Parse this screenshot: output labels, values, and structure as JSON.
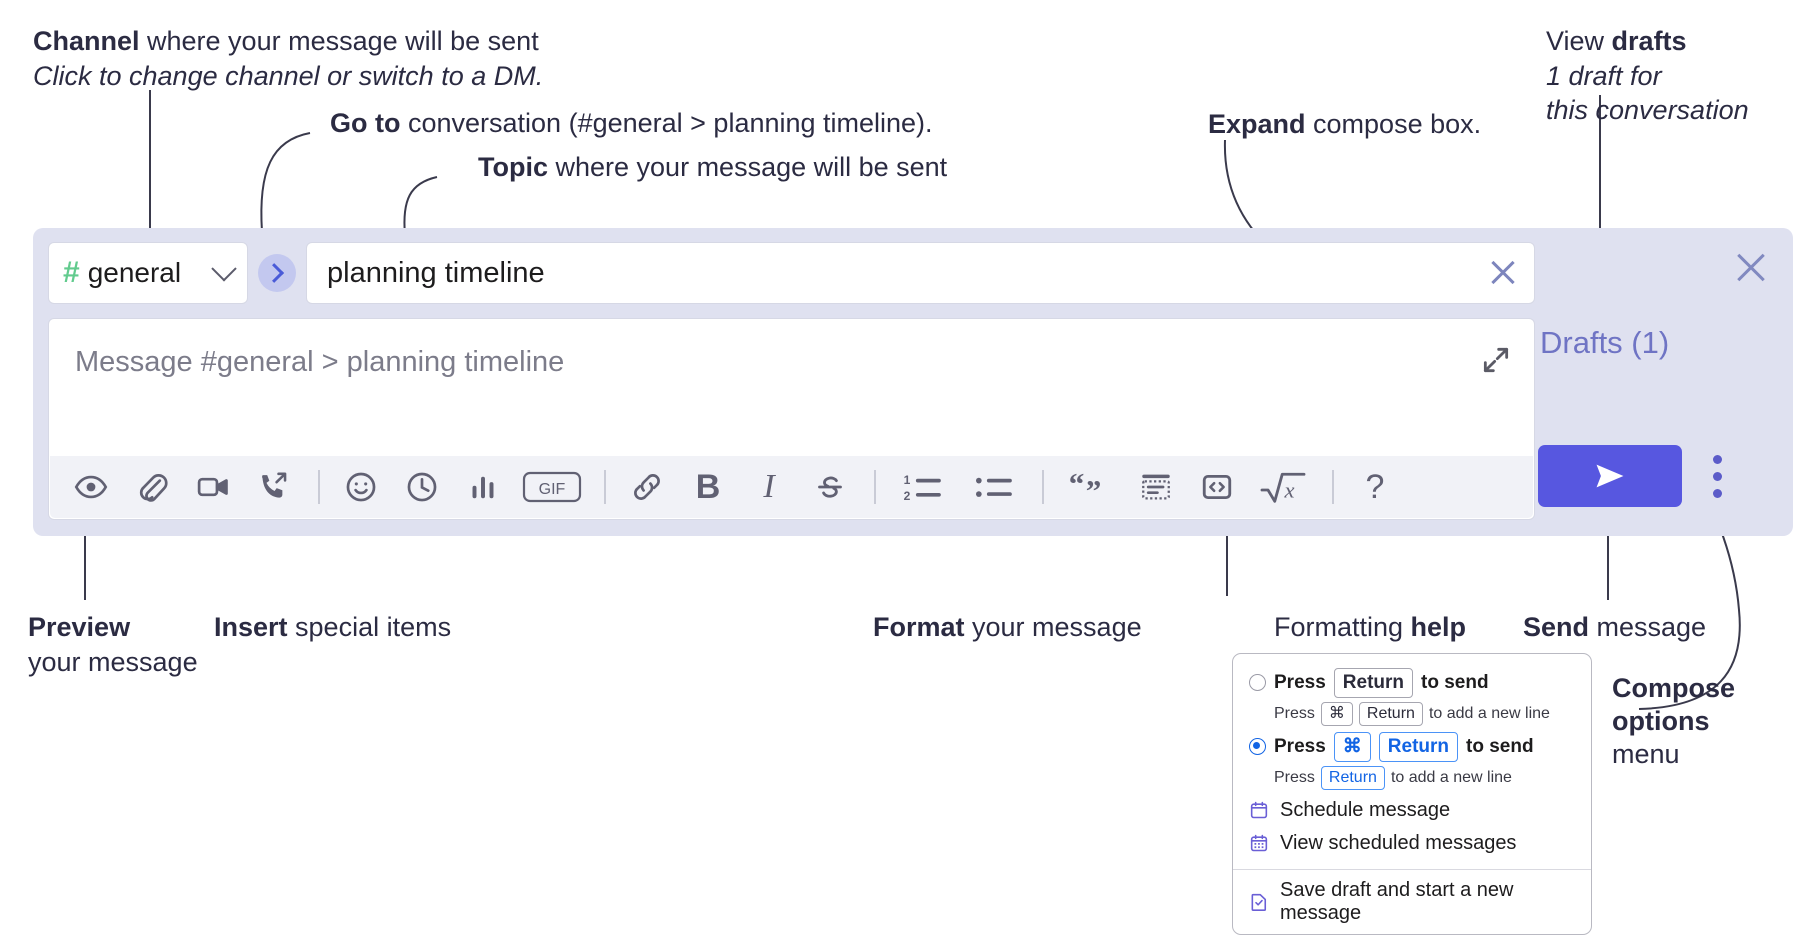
{
  "annotations": {
    "channel": {
      "bold": "Channel",
      "rest": " where your message will be sent",
      "italic": "Click to change channel or switch to a DM."
    },
    "goto": {
      "bold": "Go to",
      "rest": " conversation (#general > planning timeline)."
    },
    "topic": {
      "bold": "Topic",
      "rest": " where your message will be sent"
    },
    "expand": {
      "bold": "Expand",
      "rest": " compose box."
    },
    "drafts": {
      "normal": "View ",
      "bold": "drafts",
      "italic_line1": "1 draft for",
      "italic_line2": "this conversation"
    },
    "preview": {
      "bold": "Preview",
      "line2": "your message"
    },
    "insert": {
      "bold": "Insert",
      "rest": " special items"
    },
    "format": {
      "bold": "Format",
      "rest": " your message"
    },
    "help": {
      "normal": "Formatting ",
      "bold": "help"
    },
    "send": {
      "bold": "Send",
      "rest": " message"
    },
    "compose_options": {
      "bold_line1": "Compose",
      "bold_line2": "options",
      "line3": "menu"
    }
  },
  "compose": {
    "channel": {
      "hash": "#",
      "name": "general",
      "chevron_icon": "chevron-down-icon"
    },
    "goto_icon": "chevron-right-icon",
    "topic": {
      "value": "planning timeline",
      "clear_icon": "close-icon"
    },
    "message": {
      "placeholder": "Message #general > planning timeline",
      "value": "",
      "expand_icon": "expand-icon"
    },
    "panel_close_icon": "close-icon",
    "drafts_label": "Drafts (1)",
    "send_icon": "send-icon",
    "kebab_icon": "more-options-icon",
    "toolbar": [
      {
        "name": "preview-icon",
        "label": "Preview"
      },
      {
        "name": "attachment-icon",
        "label": "Attach file"
      },
      {
        "name": "video-icon",
        "label": "Record video clip"
      },
      {
        "name": "phone-forward-icon",
        "label": "Record audio clip"
      },
      {
        "name": "separator",
        "label": ""
      },
      {
        "name": "emoji-icon",
        "label": "Emoji"
      },
      {
        "name": "clock-icon",
        "label": "Reminder"
      },
      {
        "name": "bar-chart-icon",
        "label": "Poll"
      },
      {
        "name": "gif-icon",
        "label": "GIF"
      },
      {
        "name": "separator",
        "label": ""
      },
      {
        "name": "link-icon",
        "label": "Link"
      },
      {
        "name": "bold-icon",
        "label": "B"
      },
      {
        "name": "italic-icon",
        "label": "I"
      },
      {
        "name": "strikethrough-icon",
        "label": "S"
      },
      {
        "name": "separator",
        "label": ""
      },
      {
        "name": "ordered-list-icon",
        "label": "Ordered list"
      },
      {
        "name": "bulleted-list-icon",
        "label": "Bulleted list"
      },
      {
        "name": "separator",
        "label": ""
      },
      {
        "name": "blockquote-icon",
        "label": "Blockquote"
      },
      {
        "name": "code-block-icon",
        "label": "Code block"
      },
      {
        "name": "code-icon",
        "label": "Code"
      },
      {
        "name": "math-icon",
        "label": "Math"
      },
      {
        "name": "separator",
        "label": ""
      },
      {
        "name": "help-icon",
        "label": "?"
      }
    ]
  },
  "options_menu": {
    "radio_options": [
      {
        "selected": false,
        "parts": [
          {
            "t": "text",
            "v": "Press"
          },
          {
            "t": "key",
            "v": "Return"
          },
          {
            "t": "text",
            "v": "to send"
          }
        ],
        "sub": [
          {
            "t": "text",
            "v": "Press"
          },
          {
            "t": "key",
            "v": "⌘"
          },
          {
            "t": "key",
            "v": "Return"
          },
          {
            "t": "text",
            "v": "to add a new line"
          }
        ]
      },
      {
        "selected": true,
        "parts": [
          {
            "t": "text",
            "v": "Press"
          },
          {
            "t": "key-blue",
            "v": "⌘"
          },
          {
            "t": "key-blue",
            "v": "Return"
          },
          {
            "t": "text",
            "v": "to send"
          }
        ],
        "sub": [
          {
            "t": "text",
            "v": "Press"
          },
          {
            "t": "key-blue",
            "v": "Return"
          },
          {
            "t": "text",
            "v": "to add a new line"
          }
        ]
      }
    ],
    "items": [
      {
        "icon": "calendar-icon",
        "label": "Schedule message"
      },
      {
        "icon": "calendar-grid-icon",
        "label": "View scheduled messages"
      },
      {
        "icon": "save-draft-icon",
        "label": "Save draft and start a new message",
        "divider_before": true
      }
    ]
  },
  "colors": {
    "panel_bg": "#dfe1f0",
    "accent_purple": "#5757e0",
    "drafts_text": "#6f74c4",
    "channel_green": "#62cb8e",
    "radio_blue": "#1264e4",
    "icon_grey": "#616173"
  }
}
